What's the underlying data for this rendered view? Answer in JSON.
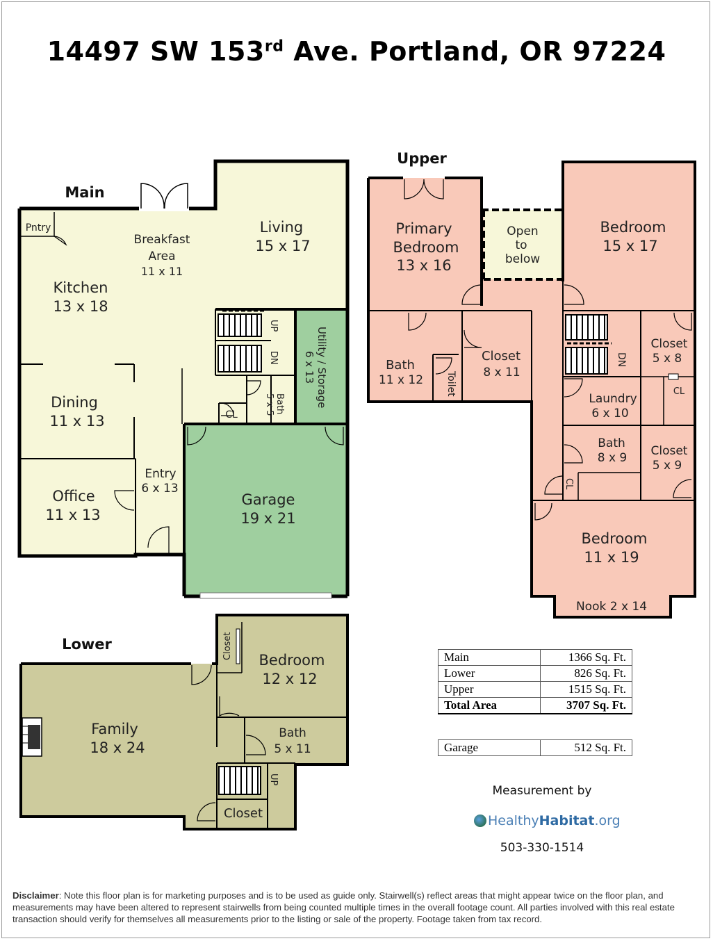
{
  "title": {
    "main": "14497 SW 153",
    "sup": "rd",
    "rest": " Ave. Portland, OR 97224"
  },
  "floors": {
    "main": {
      "label": "Main",
      "rooms": {
        "pantry": "Pntry",
        "breakfast": [
          "Breakfast",
          "Area",
          "11 x 11"
        ],
        "living": [
          "Living",
          "15 x 17"
        ],
        "kitchen": [
          "Kitchen",
          "13 x 18"
        ],
        "dining": [
          "Dining",
          "11 x 13"
        ],
        "office": [
          "Office",
          "11 x 13"
        ],
        "entry": [
          "Entry",
          "6 x 13"
        ],
        "utility": [
          "Utility / Storage",
          "6 x 13"
        ],
        "bath": [
          "Bath",
          "5 x 5"
        ],
        "closet": "CL",
        "stair_up": "UP",
        "stair_dn": "DN",
        "garage": [
          "Garage",
          "19 x 21"
        ]
      }
    },
    "upper": {
      "label": "Upper",
      "rooms": {
        "primary": [
          "Primary",
          "Bedroom",
          "13 x 16"
        ],
        "open": [
          "Open",
          "to",
          "below"
        ],
        "bedroom1": [
          "Bedroom",
          "15 x 17"
        ],
        "bath": [
          "Bath",
          "11 x 12"
        ],
        "toilet": "Toilet",
        "closet811": [
          "Closet",
          "8 x 11"
        ],
        "stair_dn": "DN",
        "closet58": [
          "Closet",
          "5 x 8"
        ],
        "cl1": "CL",
        "laundry": [
          "Laundry",
          "6 x 10"
        ],
        "bath89": [
          "Bath",
          "8 x 9"
        ],
        "closet59": [
          "Closet",
          "5 x 9"
        ],
        "cl2": "CL",
        "bedroom2": [
          "Bedroom",
          "11 x 19"
        ],
        "nook": "Nook 2 x 14"
      }
    },
    "lower": {
      "label": "Lower",
      "rooms": {
        "closet_v": "Closet",
        "bedroom": [
          "Bedroom",
          "12 x 12"
        ],
        "family": [
          "Family",
          "18 x 24"
        ],
        "bath": [
          "Bath",
          "5 x 11"
        ],
        "stair_up": "UP",
        "closet": "Closet"
      }
    }
  },
  "areas": [
    {
      "name": "Main",
      "value": "1366 Sq. Ft."
    },
    {
      "name": "Lower",
      "value": "826 Sq. Ft."
    },
    {
      "name": "Upper",
      "value": "1515 Sq. Ft."
    },
    {
      "name": "Total Area",
      "value": "3707 Sq. Ft."
    }
  ],
  "garage_area": {
    "name": "Garage",
    "value": "512 Sq. Ft."
  },
  "measurement_by": "Measurement by",
  "logo": {
    "part1": "Healthy",
    "part2": "Habitat",
    "part3": ".org"
  },
  "phone": "503-330-1514",
  "disclaimer": {
    "label": "Disclaimer",
    "text": ": Note this floor plan is for marketing purposes and is to be used as guide only.  Stairwell(s) reflect areas that might appear twice on the floor plan, and measurements may have been altered to represent stairwells from being counted multiple times in the overall footage count.  All parties involved with this real estate transaction should verify for themselves all measurements prior to the listing or sale of the property.  Footage taken from tax record."
  },
  "colors": {
    "main": "#f7f7d9",
    "garage": "#9fcf9f",
    "upper": "#f9c9b9",
    "lower": "#cdcb9d",
    "wall": "#000000"
  }
}
